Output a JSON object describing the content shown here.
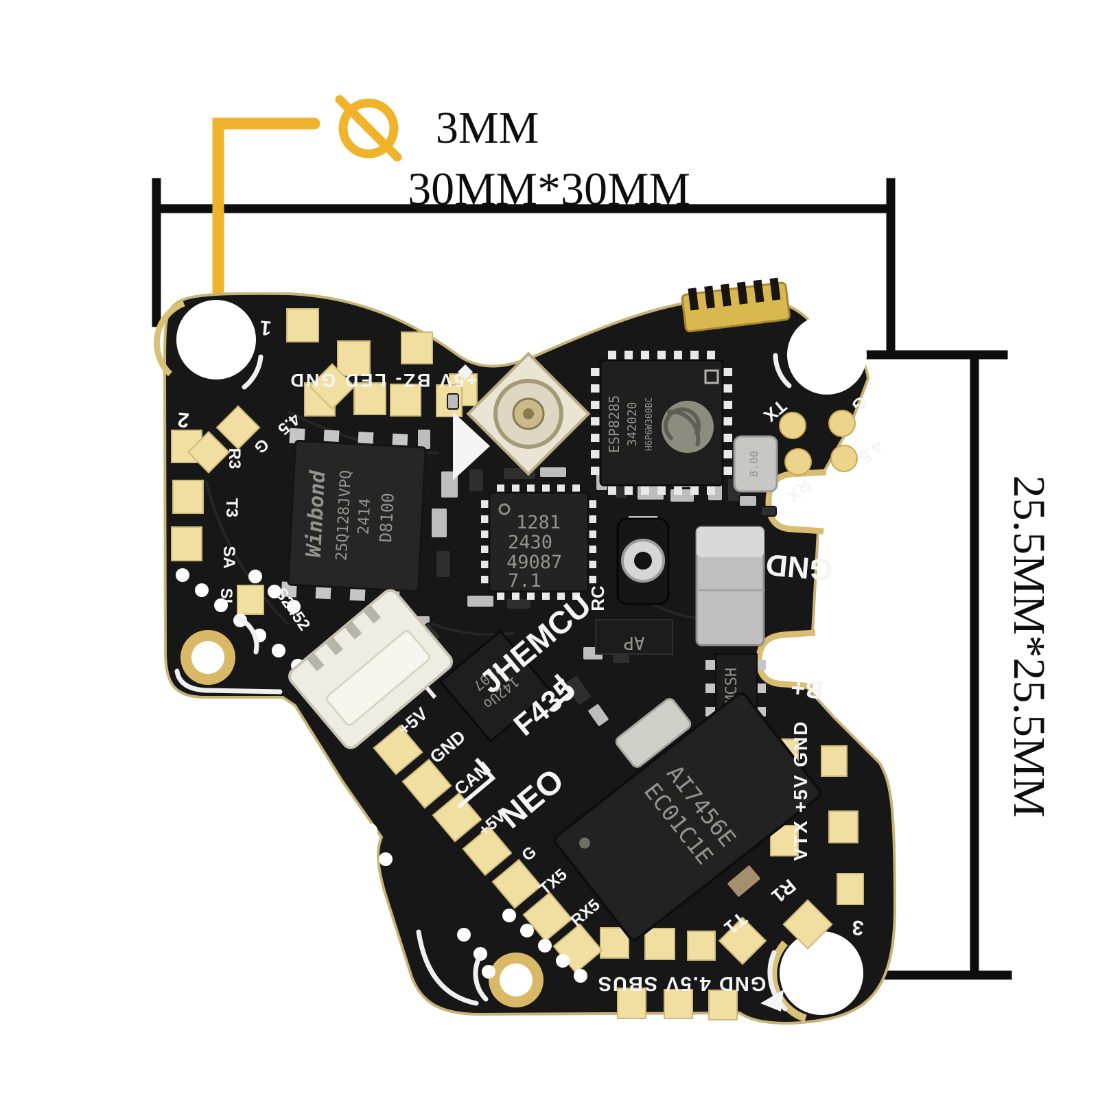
{
  "annotations": {
    "screw_size": "3MM",
    "board_size": "30MM*30MM",
    "hole_spacing": "25.5MM*25.5MM"
  },
  "board": {
    "brand": "JHEMCU",
    "series": "NEO",
    "model": "F435",
    "corner_marks": {
      "c1": "1",
      "c2": "2",
      "c3": "3"
    },
    "top_edge_label": "+5V BZ- LED GND",
    "bottom_edge_label": "GND 4.5V SBUS",
    "left_edge_labels": {
      "r3": "R3",
      "t3": "T3",
      "sa": "SA",
      "sl": "SL"
    },
    "top_left_labels": {
      "v45": "4.5",
      "g": "G"
    },
    "top_right_labels": {
      "tx": "TX",
      "g": "G",
      "rx": "RX",
      "v45": "4.5"
    },
    "right_edge_labels": {
      "gnd": "GND",
      "b_plus": "B+",
      "vtx_column": "VTX +5V GND",
      "r1": "R1",
      "t1": "T1"
    },
    "tab_labels": {
      "p5v": "+5V",
      "gnd": "GND",
      "cam": "CAM",
      "p5v_2": "+5V",
      "g": "G",
      "tx5": "TX5",
      "rx5": "RX5"
    },
    "misc_labels": {
      "rc": "RC",
      "ap": "AP",
      "code": "S2452"
    },
    "chips": {
      "flash": {
        "brand": "Winbond",
        "part": "25Q128JVPQ",
        "date": "2414",
        "lot": "D8100"
      },
      "wifi": {
        "part": "ESP8285",
        "line2": "342020",
        "line3": "H6P6W300BC"
      },
      "mcu": {
        "line1": "1281",
        "line2": "2430",
        "line3": "49087",
        "line4": "7.1"
      },
      "power": {
        "line1": "AI7456E",
        "line2": "EC01C1E"
      },
      "regulator": "GMCSH",
      "imu": {
        "line1": "142Uo",
        "line2": "2307"
      },
      "crystal": "8.00"
    },
    "colors": {
      "pcb": "#171717",
      "pad": "#f1dfa2",
      "gold": "#d9bd72",
      "silkscreen": "#f5f5f5",
      "callout_yellow": "#f0b42c",
      "dimension_black": "#0d0d0d"
    }
  }
}
